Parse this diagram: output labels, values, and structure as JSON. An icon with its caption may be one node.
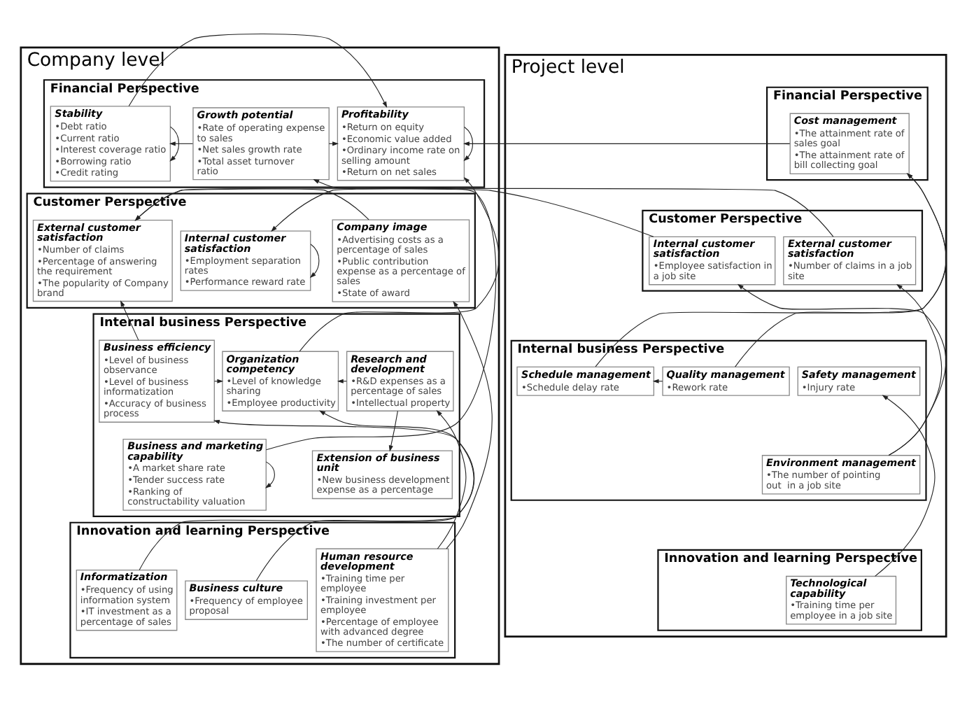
{
  "diagram": {
    "nodes": [
      {
        "text": [
          "Company level"
        ]
      },
      {
        "text": [
          "Financial Perspective"
        ],
        "in": 0
      },
      {
        "text": [
          "Profitability",
          "•Return on equity",
          "•Economic value added",
          "•Ordinary income rate on selling amount",
          "•Return on net sales"
        ],
        "in": 1
      },
      {
        "text": [
          "Growth potential",
          "•Rate of operating expense to sales",
          "•Net sales growth rate",
          "•Total asset turnover ratio"
        ],
        "in": 1
      },
      {
        "text": [
          "Stability",
          "•Debt ratio",
          "•Current ratio",
          "•Interest coverage ratio",
          "•Borrowing ratio",
          "•Credit rating"
        ],
        "in": 1
      },
      {
        "text": [
          "Customer Perspective"
        ],
        "in": 0
      },
      {
        "text": [
          "Company image",
          "•Advertising costs as a percentage of sales",
          "•Public contribution expense as a percentage of sales",
          "•State of award"
        ],
        "in": 5
      },
      {
        "text": [
          "Internal customer satisfaction",
          "•Employment separation rates",
          "•Performance reward rate"
        ],
        "in": 5
      },
      {
        "text": [
          "External customer satisfaction",
          "•Number of claims",
          "•Percentage of answering the requirement",
          "•The popularity of Company brand"
        ],
        "in": 5
      },
      {
        "text": [
          "Internal business Perspective"
        ],
        "in": 0
      },
      {
        "text": [
          "Research and development",
          "•R&D expenses as a percentage of sales",
          "•Intellectual property"
        ],
        "in": 9
      },
      {
        "text": [
          "Organization competency",
          "•Level of knowledge sharing",
          "•Employee productivity"
        ],
        "in": 9
      },
      {
        "text": [
          "Business efficiency",
          "•Level of business observance",
          "•Level of business informatization",
          "•Accuracy of business process"
        ],
        "in": 9
      },
      {
        "text": [
          "Extension of business unit",
          "•New business development expense as a percentage"
        ],
        "in": 9
      },
      {
        "text": [
          "Business and marketing capability",
          "•A market share rate",
          "•Tender success rate",
          "•Ranking of constructability valuation"
        ],
        "in": 9
      },
      {
        "text": [
          "Innovation and learning Perspective"
        ],
        "in": 0
      },
      {
        "text": [
          "Human resource development",
          "•Training time per employee",
          "•Training investment per employee",
          "•Percentage of employee with advanced degree",
          "•The number of certificate"
        ],
        "in": 15
      },
      {
        "text": [
          "Business culture",
          "•Frequency of employee proposal"
        ],
        "in": 15
      },
      {
        "text": [
          "Informatization",
          "•Frequency of using information system",
          "•IT investment as a percentage of sales"
        ],
        "in": 15
      },
      {
        "text": [
          "Project level"
        ]
      },
      {
        "text": [
          "Financial Perspective"
        ],
        "in": 19
      },
      {
        "text": [
          "Cost management",
          "•The attainment rate of sales goal",
          "•The attainment rate of bill collecting goal"
        ],
        "in": 20
      },
      {
        "text": [
          "Customer Perspective"
        ],
        "in": 19
      },
      {
        "text": [
          "External customer satisfaction",
          "•Number of claims in a job site"
        ],
        "in": 22
      },
      {
        "text": [
          "Internal customer satisfaction",
          "•Employee satisfaction in a job site"
        ],
        "in": 22
      },
      {
        "text": [
          "Internal business Perspective"
        ],
        "in": 19
      },
      {
        "text": [
          "Safety management",
          "•Injury rate"
        ],
        "in": 25
      },
      {
        "text": [
          "Quality management",
          "•Rework rate"
        ],
        "in": 25
      },
      {
        "text": [
          "Schedule management",
          "•Schedule delay rate"
        ],
        "in": 25
      },
      {
        "text": [
          "Environment management",
          "•The number of pointing out  in a job site"
        ],
        "in": 25
      },
      {
        "text": [
          "Innovation and learning Perspective"
        ],
        "in": 19
      },
      {
        "text": [
          "Technological capability",
          "•Training time per employee in a job site"
        ],
        "in": 30
      }
    ],
    "edges": [
      {
        "from": 23,
        "to": 8,
        "arrow": "to"
      },
      {
        "from": 24,
        "to": 7,
        "arrow": "to"
      },
      {
        "from": 31,
        "to": 26,
        "arrow": "to"
      },
      {
        "from": 21,
        "to": 2,
        "arrow": "to"
      },
      {
        "from": 27,
        "to": 21,
        "arrow": "to"
      },
      {
        "from": 28,
        "to": 21,
        "arrow": "to"
      },
      {
        "from": 27,
        "to": 28,
        "arrow": "to"
      },
      {
        "from": 29,
        "to": 23,
        "arrow": "to"
      },
      {
        "from": 29,
        "to": 24,
        "arrow": "to"
      },
      {
        "from": 2,
        "to": 2,
        "arrow": "to"
      },
      {
        "from": 4,
        "to": 2,
        "arrow": "to"
      },
      {
        "from": 4,
        "to": 4,
        "arrow": "to"
      },
      {
        "from": 3,
        "to": 4,
        "arrow": "to"
      },
      {
        "from": 3,
        "to": 2,
        "arrow": "to"
      },
      {
        "from": 14,
        "to": 3,
        "arrow": "to"
      },
      {
        "from": 18,
        "to": 12,
        "arrow": "to"
      },
      {
        "from": 12,
        "to": 8,
        "arrow": "to"
      },
      {
        "from": 6,
        "to": 8,
        "arrow": "to"
      },
      {
        "from": 7,
        "to": 7,
        "arrow": "to"
      },
      {
        "from": 16,
        "to": 6,
        "arrow": "to"
      },
      {
        "from": 16,
        "to": 10,
        "arrow": "to"
      },
      {
        "from": 10,
        "to": 11,
        "arrow": "to"
      },
      {
        "from": 12,
        "to": 11,
        "arrow": "to"
      },
      {
        "from": 14,
        "to": 14,
        "arrow": "to"
      },
      {
        "from": 17,
        "to": 11,
        "arrow": "to"
      },
      {
        "from": 10,
        "to": 13,
        "arrow": "to"
      },
      {
        "from": 11,
        "to": 2,
        "arrow": "to"
      }
    ]
  }
}
